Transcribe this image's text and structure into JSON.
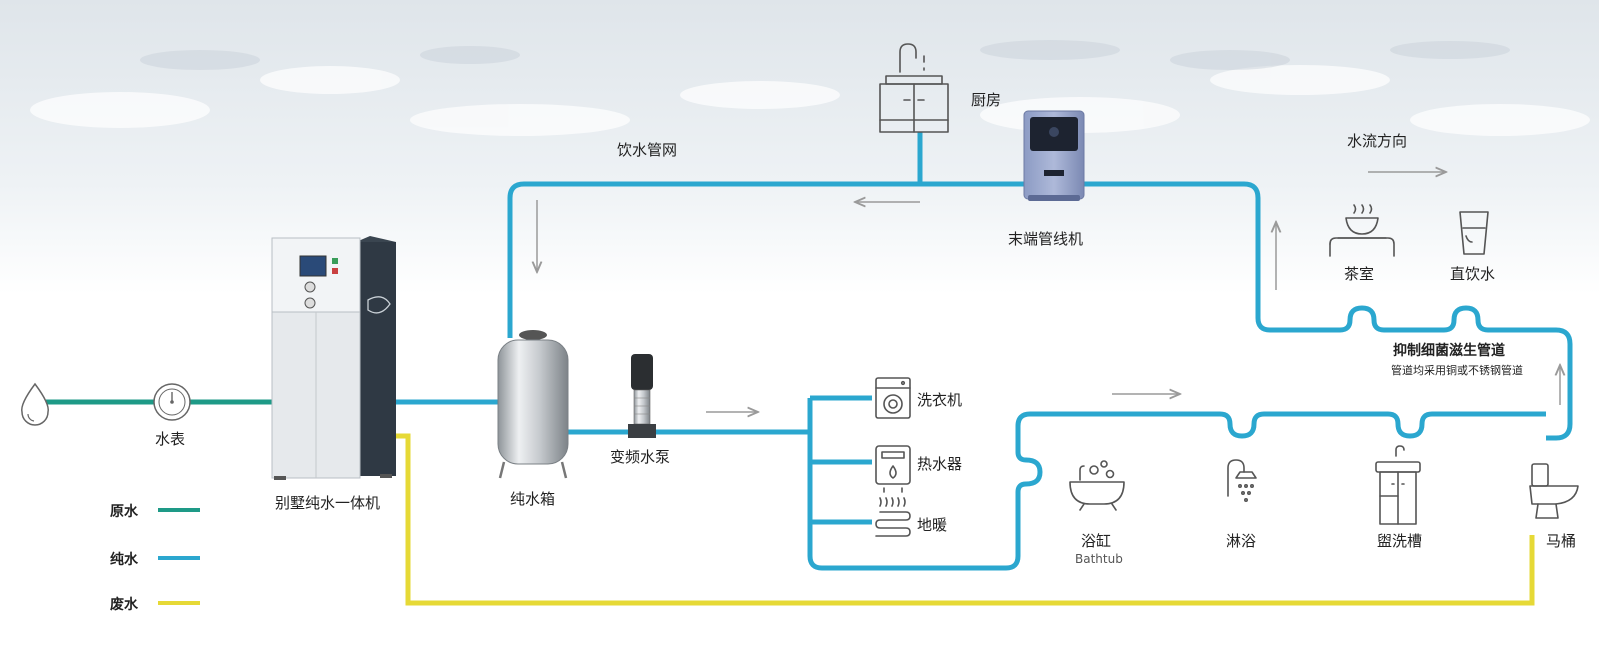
{
  "colors": {
    "raw_water": "#1e9a87",
    "pure_water": "#2ba7cf",
    "waste_water": "#e6d936",
    "arrow": "#9a9a9a",
    "icon_stroke": "#555555"
  },
  "labels": {
    "water_meter": "水表",
    "villa_machine": "别墅纯水一体机",
    "pure_tank": "纯水箱",
    "pump": "变频水泵",
    "drinking_network": "饮水管网",
    "kitchen": "厨房",
    "terminal_machine": "末端管线机",
    "flow_direction": "水流方向",
    "tea_room": "茶室",
    "direct_drink": "直饮水",
    "anti_bacteria": "抑制细菌滋生管道",
    "pipe_material": "管道均采用铜或不锈钢管道",
    "washing_machine": "洗衣机",
    "water_heater": "热水器",
    "floor_heating": "地暖",
    "bathtub": "浴缸",
    "bathtub_en": "Bathtub",
    "shower": "淋浴",
    "basin": "盥洗槽",
    "toilet": "马桶"
  },
  "legend": [
    {
      "label": "原水",
      "color": "#1e9a87",
      "icon": "raw-water-line"
    },
    {
      "label": "纯水",
      "color": "#2ba7cf",
      "icon": "pure-water-line"
    },
    {
      "label": "废水",
      "color": "#e6d936",
      "icon": "waste-water-line"
    }
  ],
  "icons": {
    "water_drop": "water-drop-icon",
    "water_meter": "water-meter-icon",
    "kitchen": "kitchen-sink-icon",
    "tea_room": "tea-cup-icon",
    "direct_drink": "glass-icon",
    "washing_machine": "washing-machine-icon",
    "water_heater": "water-heater-icon",
    "floor_heating": "floor-heating-icon",
    "bathtub": "bathtub-icon",
    "shower": "shower-icon",
    "basin": "wash-basin-icon",
    "toilet": "toilet-icon"
  }
}
